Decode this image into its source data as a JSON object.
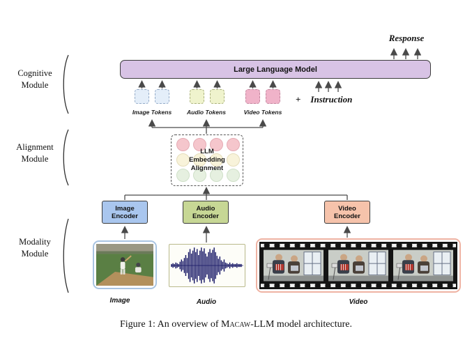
{
  "header": {
    "response": "Response"
  },
  "llm": {
    "label": "Large Language Model"
  },
  "tokens": {
    "image": "Image Tokens",
    "audio": "Audio Tokens",
    "video": "Video Tokens",
    "plus": "+",
    "instruction": "Instruction"
  },
  "alignment": {
    "line1": "LLM",
    "line2": "Embedding",
    "line3": "Alignment"
  },
  "modules": {
    "cognitive": {
      "line1": "Cognitive",
      "line2": "Module"
    },
    "alignment": {
      "line1": "Alignment",
      "line2": "Module"
    },
    "modality": {
      "line1": "Modality",
      "line2": "Module"
    }
  },
  "encoders": {
    "image": {
      "line1": "Image",
      "line2": "Encoder"
    },
    "audio": {
      "line1": "Audio",
      "line2": "Encoder"
    },
    "video": {
      "line1": "Video",
      "line2": "Encoder"
    }
  },
  "media": {
    "image": "Image",
    "audio": "Audio",
    "video": "Video"
  },
  "caption": {
    "part1": "Figure 1: An overview of ",
    "macaw": "Macaw",
    "part2": "-LLM model architecture."
  },
  "colors": {
    "llm_box": "#d8c3e5",
    "image_token": "#e4eef9",
    "audio_token": "#eff3cd",
    "video_token": "#f0b3c9",
    "image_encoder": "#a9c6ee",
    "audio_encoder": "#c7d795",
    "video_encoder": "#f6c3ab",
    "arrow": "#4a4a4a"
  }
}
